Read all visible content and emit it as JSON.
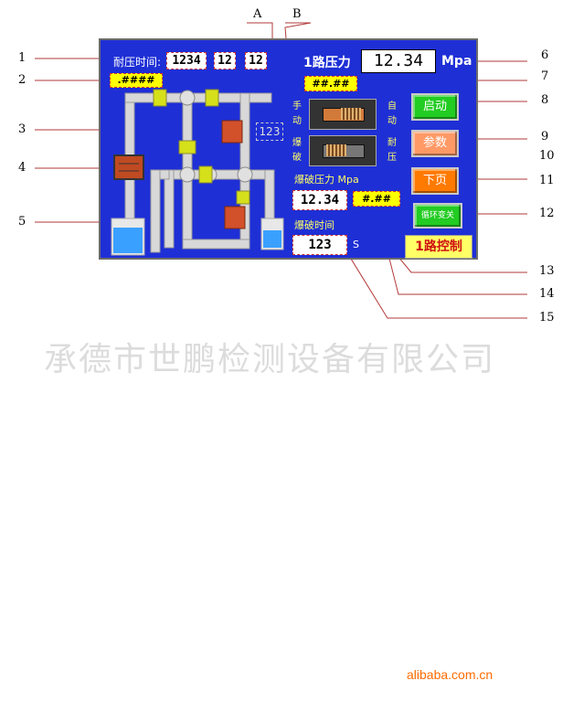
{
  "callouts": {
    "left": [
      "1",
      "2",
      "3",
      "4",
      "5"
    ],
    "right": [
      "6",
      "7",
      "8",
      "9",
      "10",
      "11",
      "12"
    ],
    "bottom": [
      "13",
      "14",
      "15"
    ],
    "top": [
      "A",
      "B"
    ]
  },
  "hmi": {
    "hold_time_label": "耐压时间:",
    "hold_time_value": "1234",
    "hold_time_min": "12",
    "hold_time_sec": "12",
    "hash_display": ".####",
    "valve_counter": "123",
    "channel_pressure_label": "1路压力",
    "channel_pressure_value": "12.34",
    "channel_pressure_unit": "Mpa",
    "pressure_setpoint": "##.##",
    "switch_manual": [
      "手",
      "动"
    ],
    "switch_auto": [
      "自",
      "动"
    ],
    "switch_burst": [
      "爆",
      "破"
    ],
    "switch_hold": [
      "耐",
      "压"
    ],
    "start_button": "启动",
    "params_button": "参数",
    "next_page_button": "下页",
    "cycle_toggle_button": "循环变关",
    "burst_pressure_label": "爆破压力 Mpa",
    "burst_pressure_value": "12.34",
    "burst_pressure_hash": "#.##",
    "burst_time_label": "爆破时间",
    "burst_time_value": "123",
    "burst_time_unit": "S",
    "channel_title": "1路控制"
  },
  "colors": {
    "panel_bg": "#1e2fd6",
    "start_green": "#22cc22",
    "params_orange": "#ff9966",
    "next_orange": "#ff7a00",
    "title_yellow": "#ffff66",
    "water_blue": "#3aa0ff"
  },
  "watermark": "承德市世鹏检测设备有限公司",
  "footer": "alibaba.com.cn"
}
